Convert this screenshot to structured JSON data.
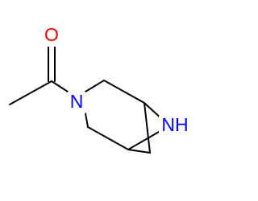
{
  "molecule": {
    "atoms": {
      "oxygen": {
        "label": "O",
        "color": "#ff0000"
      },
      "ring_nitrogen": {
        "label": "N",
        "color": "#0000ff"
      },
      "bridge_nitrogen": {
        "label": "NH",
        "color": "#0000ff"
      }
    },
    "bond_color": "#000000",
    "background": "#ffffff"
  }
}
